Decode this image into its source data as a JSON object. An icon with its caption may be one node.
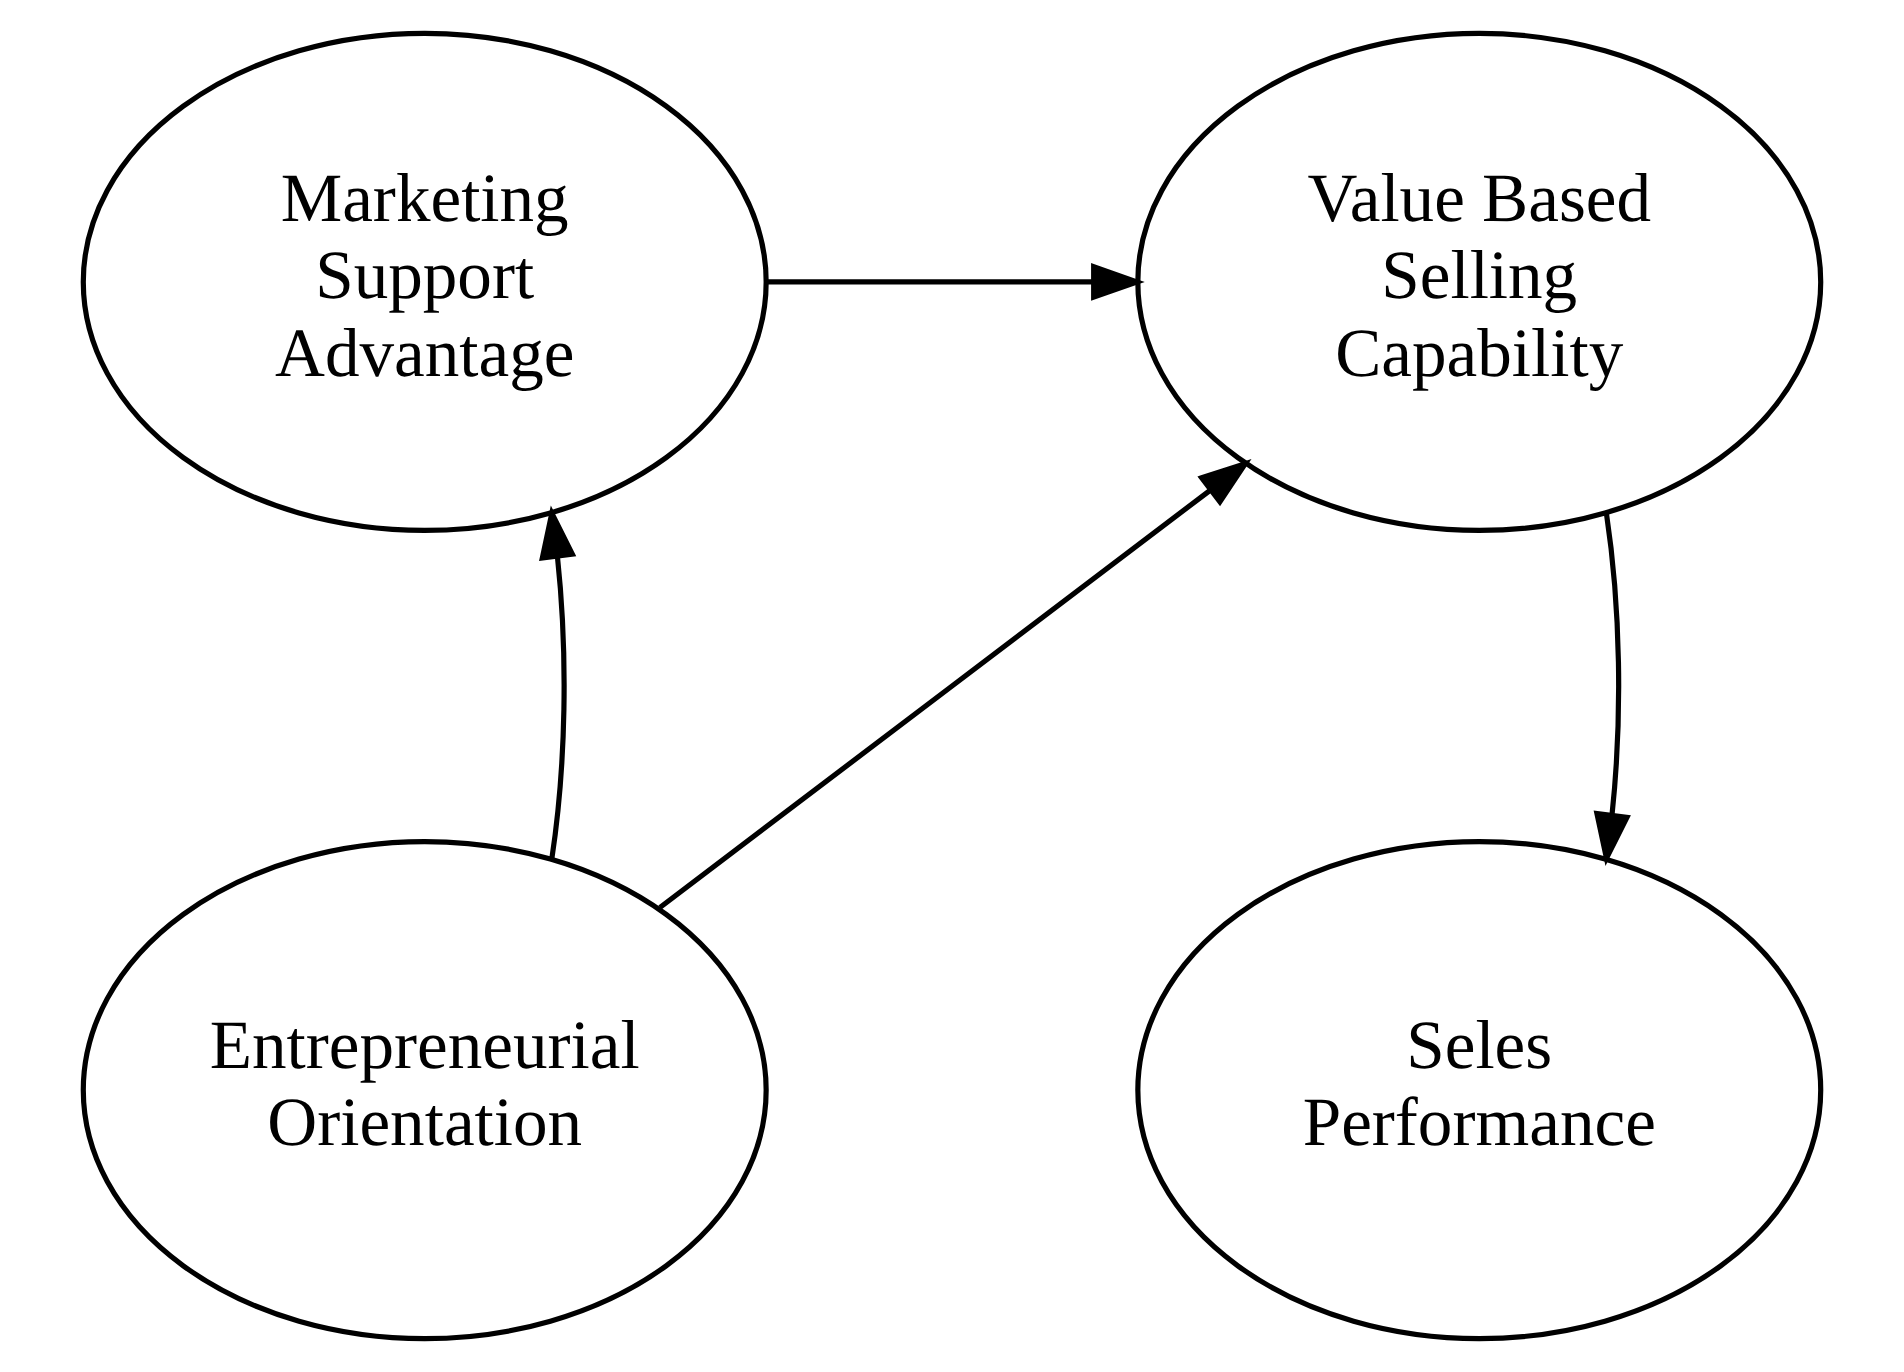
{
  "diagram": {
    "nodes": [
      {
        "text": [
          "Marketing Support Advantage"
        ]
      },
      {
        "text": [
          "Value Based Selling Capability"
        ]
      },
      {
        "text": [
          "Entrepreneurial Orientation"
        ]
      },
      {
        "text": [
          "Seles Performance"
        ]
      }
    ],
    "edges": [
      {
        "from": 0,
        "to": 1,
        "arrow": "to"
      },
      {
        "from": 2,
        "to": 0,
        "arrow": "to"
      },
      {
        "from": 2,
        "to": 1,
        "arrow": "to"
      },
      {
        "from": 1,
        "to": 3,
        "arrow": "to"
      }
    ]
  }
}
